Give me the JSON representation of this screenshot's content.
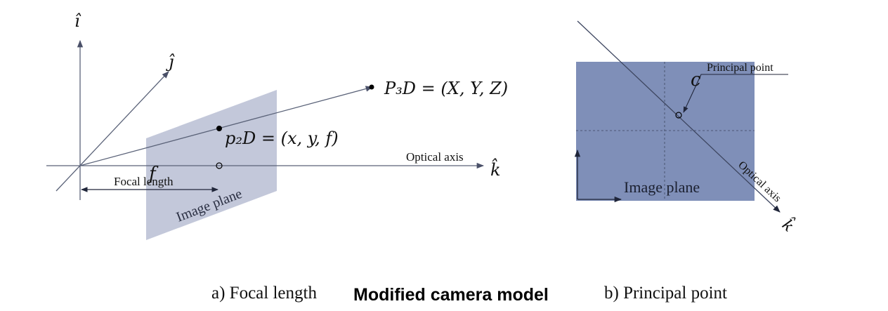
{
  "diagram_a": {
    "axis_i": "î",
    "axis_j": "ĵ",
    "axis_k": "k̂",
    "focal_symbol": "f",
    "focal_length_label": "Focal length",
    "image_plane_label": "Image plane",
    "optical_axis_label": "Optical axis",
    "p2d_label": "p₂D = (x, y, f)",
    "p3d_label": "P₃D = (X, Y, Z)",
    "caption": "a) Focal length"
  },
  "diagram_b": {
    "principal_point_label": "Principal point",
    "c_symbol": "c",
    "image_plane_label": "Image plane",
    "optical_axis_label": "Optical axis",
    "axis_k": "k̂",
    "caption": "b) Principal point"
  },
  "title": "Modified camera model",
  "colors": {
    "axis_line": "#5a6278",
    "plane_a_fill": "#c3c8da",
    "plane_b_fill": "#7f8fb8",
    "text": "#111111"
  }
}
